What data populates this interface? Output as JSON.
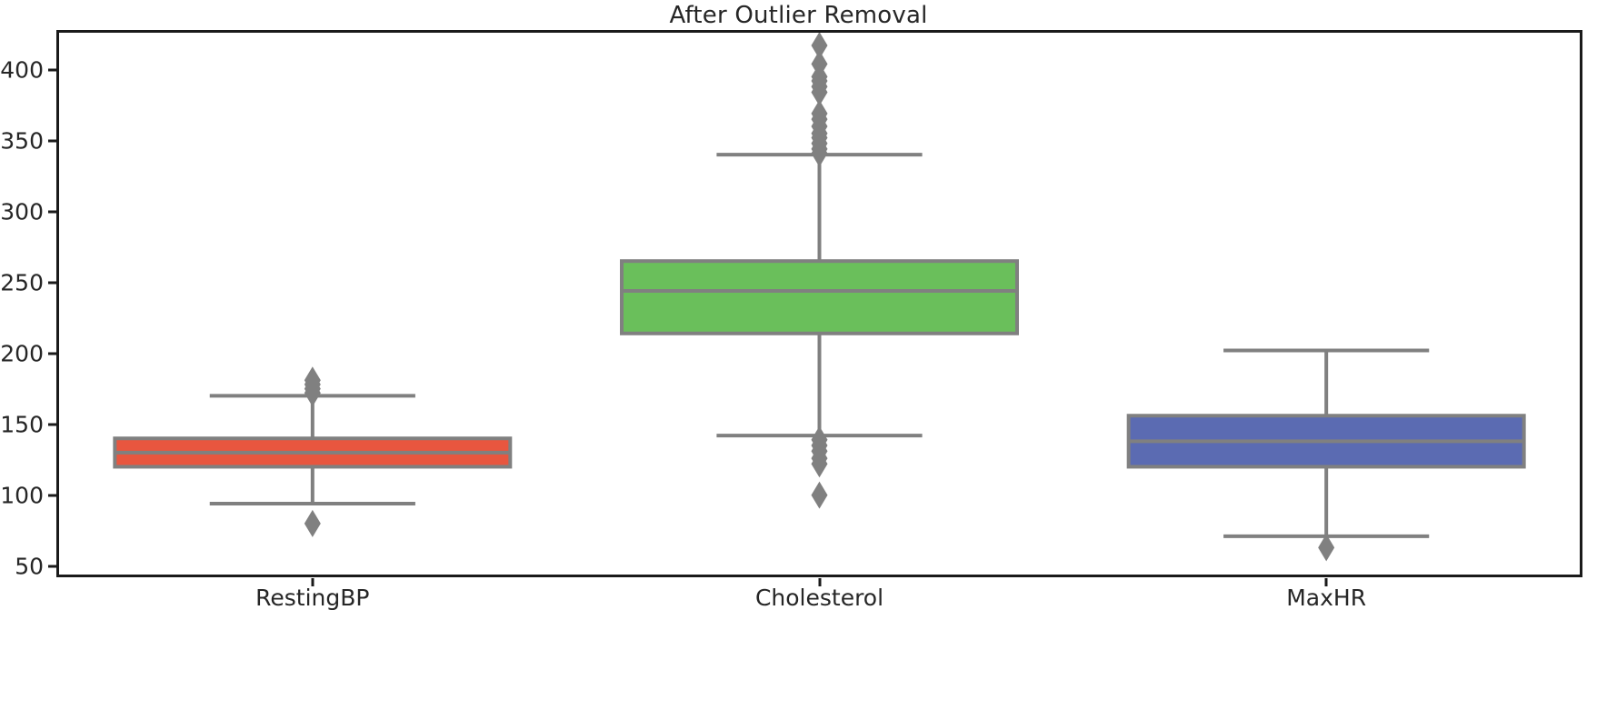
{
  "chart_data": {
    "type": "box",
    "title": "After Outlier Removal",
    "xlabel": "",
    "ylabel": "",
    "categories": [
      "RestingBP",
      "Cholesterol",
      "MaxHR"
    ],
    "yticks": [
      50,
      100,
      150,
      200,
      250,
      300,
      350,
      400
    ],
    "ylim": [
      44,
      426
    ],
    "grid": false,
    "legend": null,
    "colors": {
      "RestingBP": "#e8563f",
      "Cholesterol": "#6abf5b",
      "MaxHR": "#5b6bb2",
      "line": "#808080",
      "axis": "#1a1a1a",
      "text": "#262626",
      "background": "#ffffff"
    },
    "boxes": [
      {
        "name": "RestingBP",
        "color": "#e8563f",
        "whisker_low": 94,
        "q1": 120,
        "median": 130,
        "q3": 140,
        "whisker_high": 170,
        "outliers": [
          80,
          172,
          175,
          178,
          181
        ]
      },
      {
        "name": "Cholesterol",
        "color": "#6abf5b",
        "whisker_low": 142,
        "q1": 214,
        "median": 244,
        "q3": 265,
        "whisker_high": 340,
        "outliers": [
          100,
          122,
          126,
          131,
          135,
          139,
          341,
          344,
          348,
          352,
          355,
          360,
          365,
          369,
          384,
          388,
          392,
          395,
          404,
          417
        ]
      },
      {
        "name": "MaxHR",
        "color": "#5b6bb2",
        "whisker_low": 71,
        "q1": 120,
        "median": 138,
        "q3": 156,
        "whisker_high": 202,
        "outliers": [
          63
        ]
      }
    ]
  }
}
